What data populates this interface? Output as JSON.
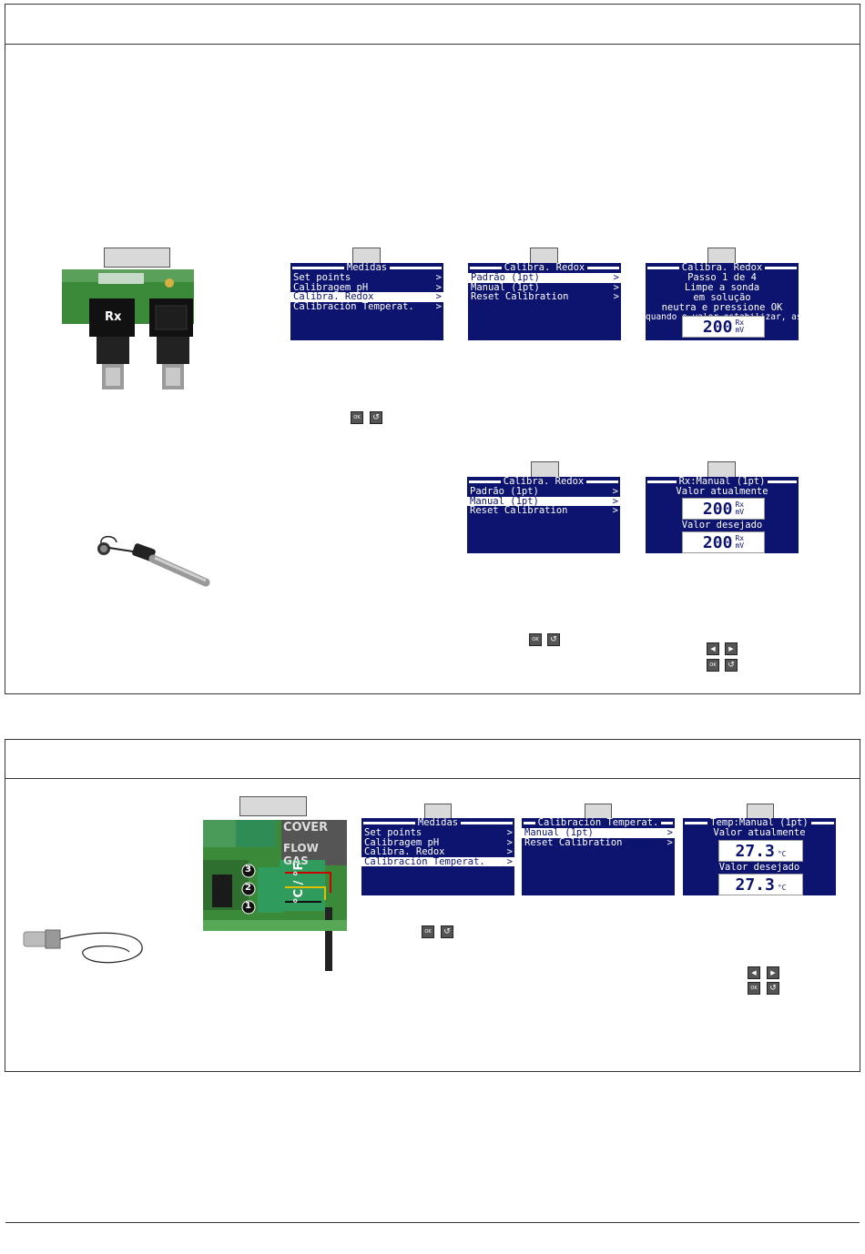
{
  "sec1": {
    "photo_label": "Rx",
    "menu_medidas": {
      "title": "Medidas",
      "items": [
        "Set points",
        "Calibragem pH",
        "Calibra. Redox",
        "Calibración Temperat."
      ],
      "arrow": ">"
    },
    "menu_calibra1": {
      "title": "Calibra. Redox",
      "items": [
        "Padrão (1pt)",
        "Manual (1pt)",
        "Reset Calibration"
      ],
      "arrow": ">"
    },
    "step_screen": {
      "title": "Calibra. Redox",
      "lines": [
        "Passo 1 de 4",
        "Limpe a sonda",
        "em solução",
        "neutra e pressione OK",
        "quando o valor estabilizar, assinale o momento"
      ],
      "value": "200",
      "unit_top": "Rx",
      "unit_bottom": "mV"
    },
    "menu_calibra2": {
      "title": "Calibra. Redox",
      "items": [
        "Padrão (1pt)",
        "Manual (1pt)",
        "Reset Calibration"
      ],
      "arrow": ">"
    },
    "manual_screen": {
      "title": "Rx:Manual (1pt)",
      "label_current": "Valor atualmente",
      "value_current": "200",
      "label_target": "Valor desejado",
      "value_target": "200",
      "unit_top": "Rx",
      "unit_bottom": "mV"
    },
    "keys": {
      "ok": "OK",
      "back": "↺",
      "left": "◀",
      "right": "▶"
    }
  },
  "sec2": {
    "board_labels": [
      "COVER",
      "FLOW GAS"
    ],
    "terminal_label": "°C / °F",
    "pins": [
      "3",
      "2",
      "1"
    ],
    "menu_medidas": {
      "title": "Medidas",
      "items": [
        "Set points",
        "Calibragem pH",
        "Calibra. Redox",
        "Calibración Temperat."
      ],
      "arrow": ">"
    },
    "menu_temp": {
      "title": "Calibración Temperat.",
      "items": [
        "Manual (1pt)",
        "Reset Calibration"
      ],
      "arrow": ">"
    },
    "temp_screen": {
      "title": "Temp:Manual (1pt)",
      "label_current": "Valor atualmente",
      "value_current": "27.3",
      "label_target": "Valor desejado",
      "value_target": "27.3",
      "unit": "°C"
    }
  },
  "colors": {
    "lcd_bg": "#0d1470",
    "tab_bg": "#d9d9d9",
    "pcb_green": "#3a8a3a"
  }
}
